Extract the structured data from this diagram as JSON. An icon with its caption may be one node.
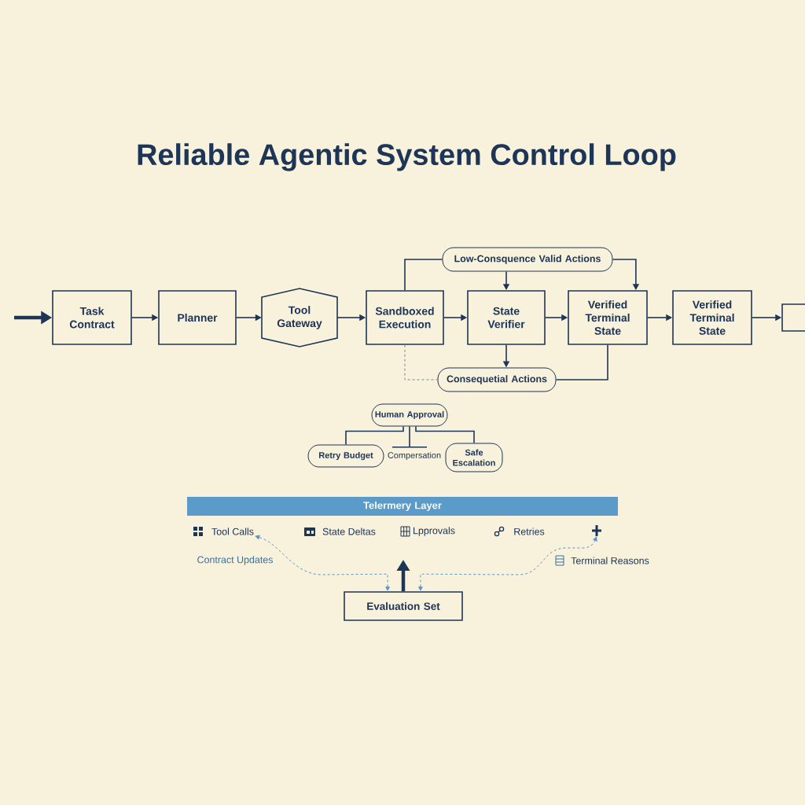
{
  "diagram": {
    "title": "Reliable Agentic System Control Loop",
    "nodes": [
      {
        "text": [
          "Task Contract"
        ]
      },
      {
        "text": [
          "Planner"
        ]
      },
      {
        "text": [
          "Tool Gateway"
        ]
      },
      {
        "text": [
          "Sandboxed Execution"
        ]
      },
      {
        "text": [
          "State Verifier"
        ]
      },
      {
        "text": [
          "Verified Terminal State"
        ]
      },
      {
        "text": [
          "Verified Terminal State"
        ]
      },
      {
        "text": [],
        "shape": "box"
      },
      {
        "text": [
          "Low-Consquence Valid Actions"
        ]
      },
      {
        "text": [
          "Consequetial Actions"
        ]
      },
      {
        "text": [
          "Human Approval"
        ]
      },
      {
        "text": [
          "Retry Budget"
        ]
      },
      {
        "text": [
          "Compersation"
        ]
      },
      {
        "text": [
          "Safe Escalation"
        ]
      },
      {
        "text": [
          "Telermery Layer"
        ]
      },
      {
        "text": [
          "Tool Calls"
        ]
      },
      {
        "text": [],
        "shape": "cross"
      },
      {
        "text": [
          "Evaluation Set"
        ]
      }
    ],
    "edges": [
      {
        "from": null,
        "to": 0,
        "arrow": "to",
        "style": "thick"
      },
      {
        "from": 0,
        "to": 1,
        "arrow": "to"
      },
      {
        "from": 1,
        "to": 2,
        "arrow": "to"
      },
      {
        "from": 2,
        "to": 3,
        "arrow": "to"
      },
      {
        "from": 3,
        "to": 4,
        "arrow": "to"
      },
      {
        "from": 4,
        "to": 5,
        "arrow": "to"
      },
      {
        "from": 5,
        "to": 6,
        "arrow": "to"
      },
      {
        "from": 6,
        "to": 7,
        "arrow": "to"
      },
      {
        "from": 3,
        "to": 8,
        "arrow": "none"
      },
      {
        "from": 8,
        "to": 4,
        "arrow": "to"
      },
      {
        "from": 8,
        "to": 5,
        "arrow": "to"
      },
      {
        "from": 4,
        "to": 9,
        "arrow": "to"
      },
      {
        "from": 3,
        "to": 9,
        "arrow": "none",
        "style": "dashed"
      },
      {
        "from": 5,
        "to": 9,
        "arrow": "none"
      },
      {
        "from": 10,
        "to": 11,
        "arrow": "none"
      },
      {
        "from": 10,
        "to": 12,
        "arrow": "none"
      },
      {
        "from": 10,
        "to": 13,
        "arrow": "none"
      },
      {
        "from": 17,
        "to": 15,
        "arrow": "both",
        "style": "dashed",
        "color": "#5b95c5"
      },
      {
        "from": 17,
        "to": 16,
        "arrow": "both",
        "style": "dashed",
        "color": "#5b95c5"
      },
      {
        "from": 17,
        "to": null,
        "arrow": "to",
        "style": "thick"
      }
    ],
    "labels": [
      "State Deltas",
      "Lpprovals",
      "Retries",
      "Contract Updates",
      "Terminal Reasons"
    ]
  }
}
